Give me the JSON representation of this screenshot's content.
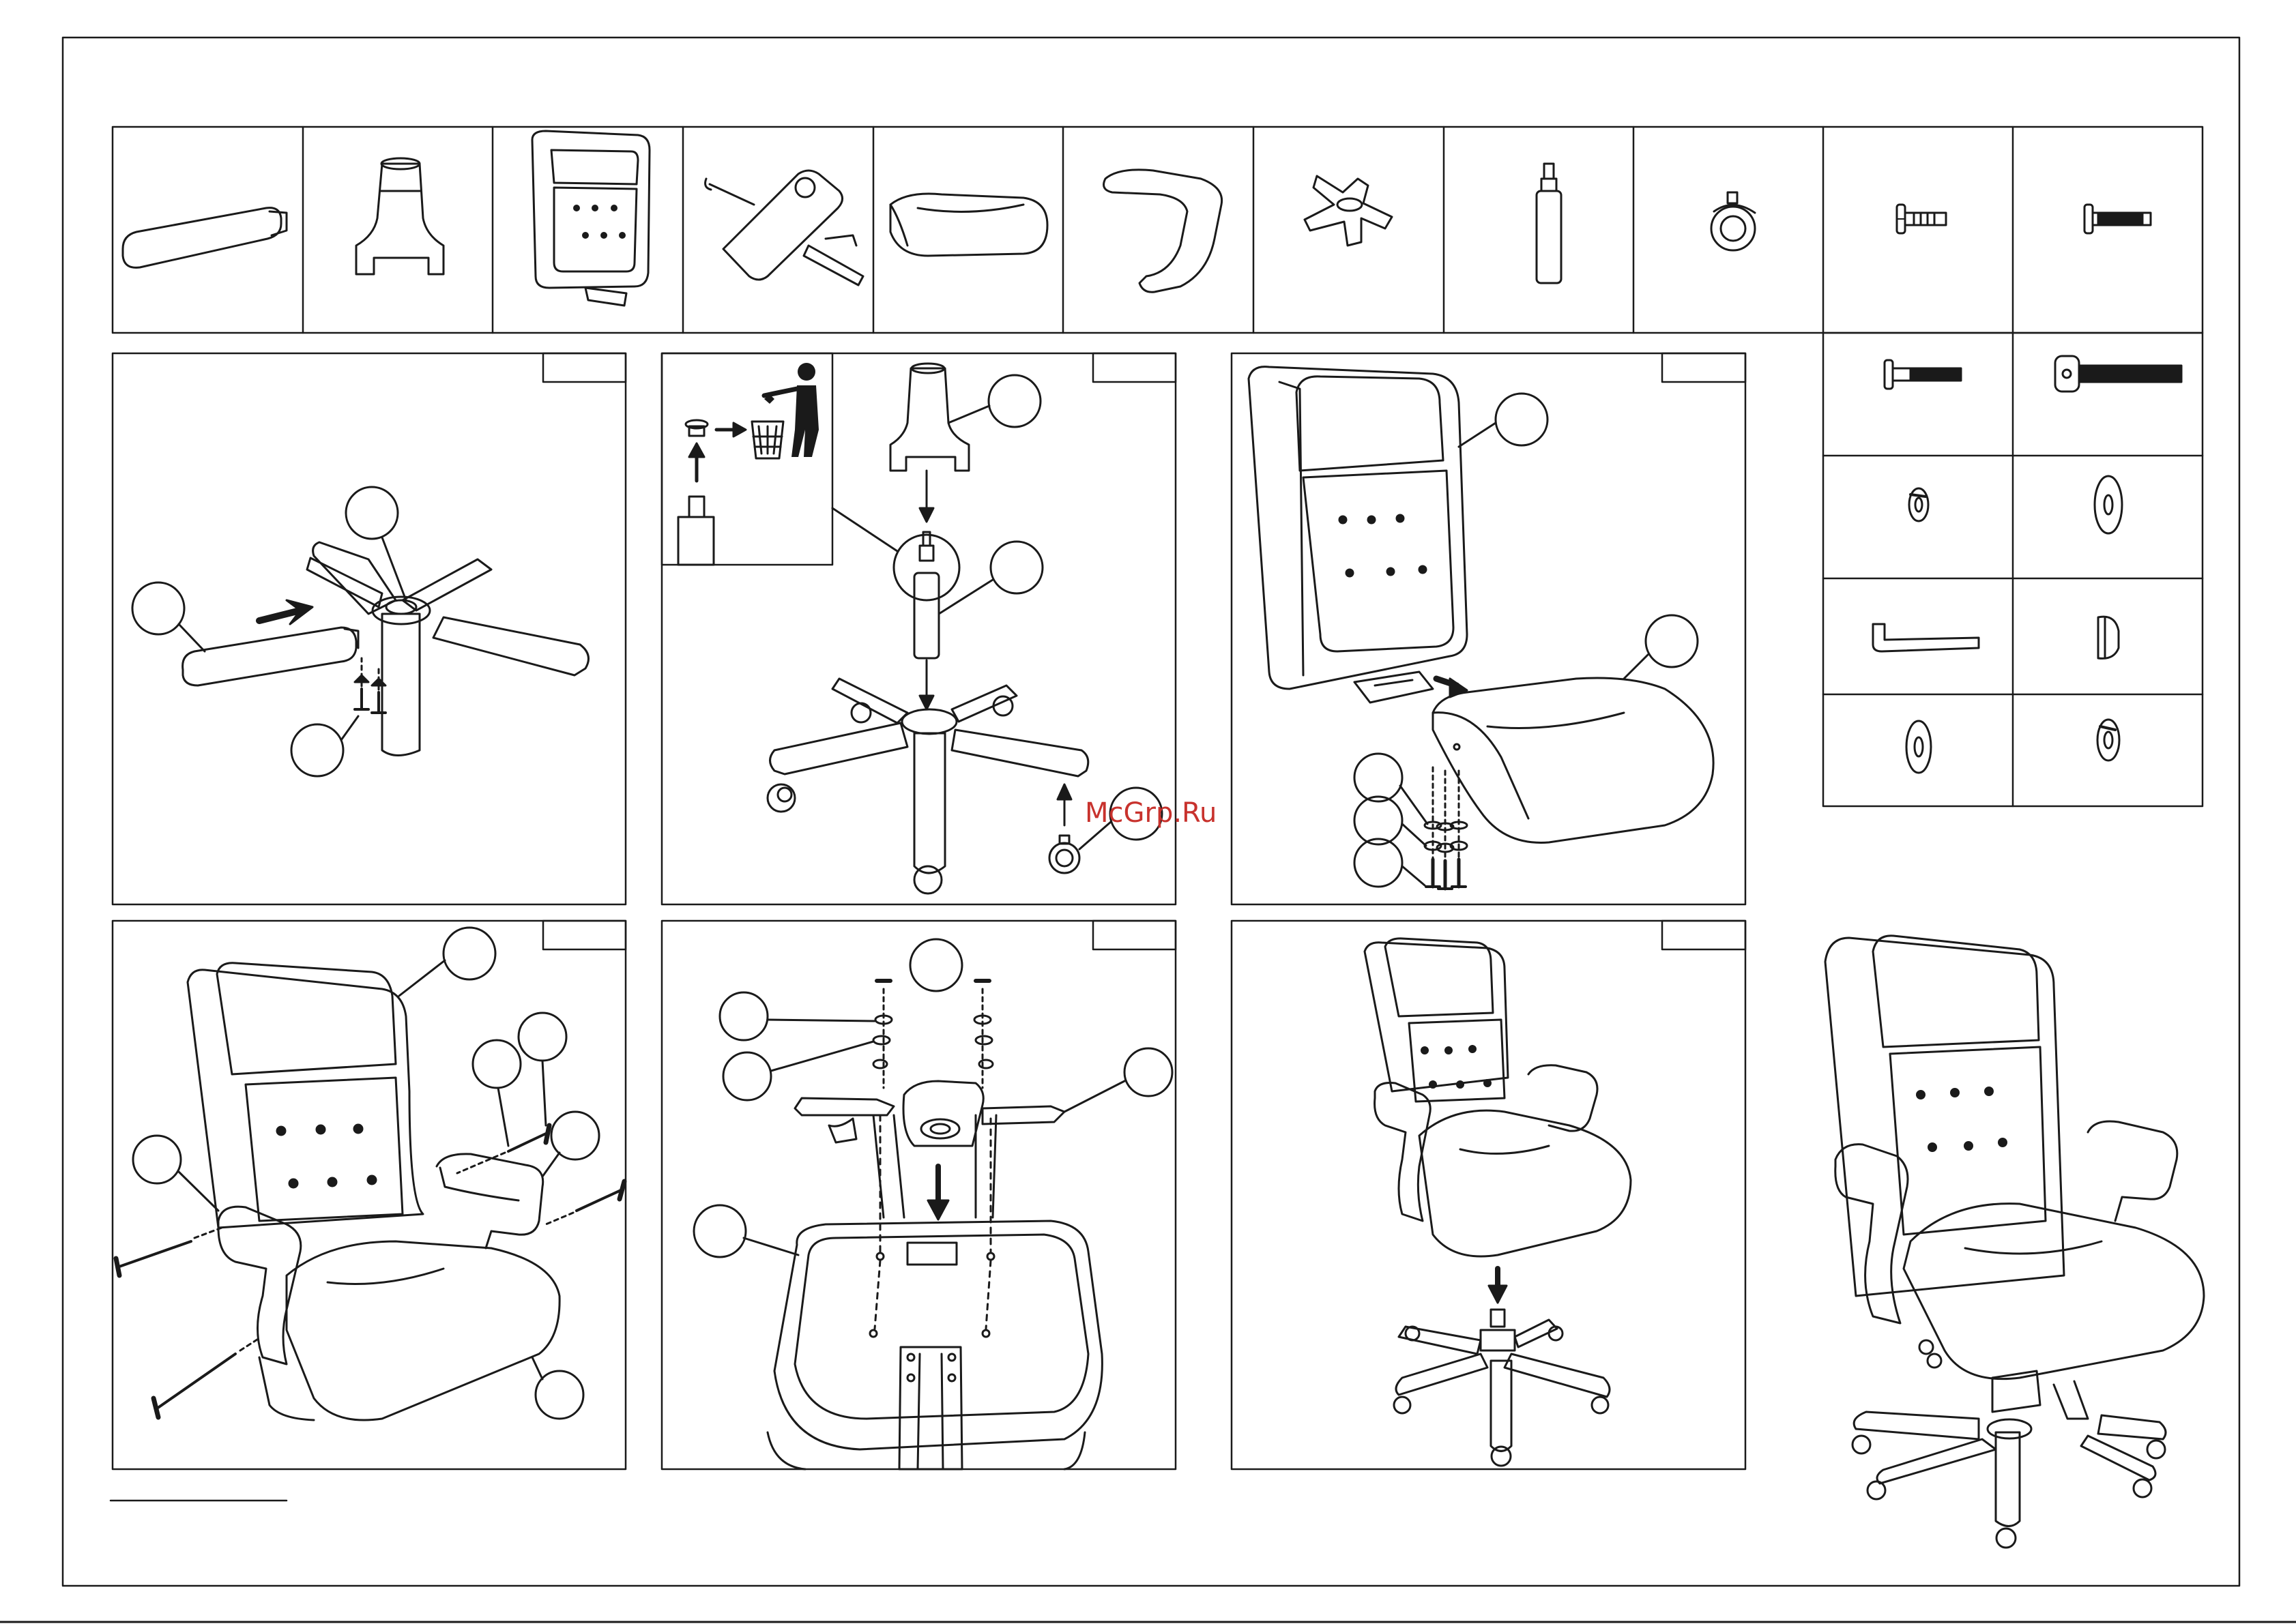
{
  "watermark": "McGrp.Ru",
  "colors": {
    "ink": "#1a1a1a",
    "paper": "#ffffff",
    "watermark": "#c8322d",
    "shade": "#e6e6e6"
  },
  "parts_row": [
    {
      "name": "armrest"
    },
    {
      "name": "back-bracket"
    },
    {
      "name": "backrest"
    },
    {
      "name": "tilt-mechanism"
    },
    {
      "name": "seat-cushion"
    },
    {
      "name": "arm-support"
    },
    {
      "name": "base"
    },
    {
      "name": "gas-lift"
    },
    {
      "name": "caster"
    },
    {
      "name": "bolt-short"
    },
    {
      "name": "bolt-medium"
    }
  ],
  "hardware_grid": [
    {
      "name": "bolt-long"
    },
    {
      "name": "hex-bolt"
    },
    {
      "name": "spring-washer"
    },
    {
      "name": "flat-washer"
    },
    {
      "name": "hex-key"
    },
    {
      "name": "plastic-cap"
    },
    {
      "name": "flat-washer-small"
    },
    {
      "name": "spring-washer-small"
    }
  ],
  "steps": [
    {
      "name": "step-1-base-and-legs"
    },
    {
      "name": "step-2-gas-lift-and-casters"
    },
    {
      "name": "step-3-seat-and-backrest"
    },
    {
      "name": "step-4-armrests"
    },
    {
      "name": "step-5-mechanism"
    },
    {
      "name": "step-6-seat-on-base"
    }
  ],
  "final_view": {
    "name": "assembled-chair"
  }
}
